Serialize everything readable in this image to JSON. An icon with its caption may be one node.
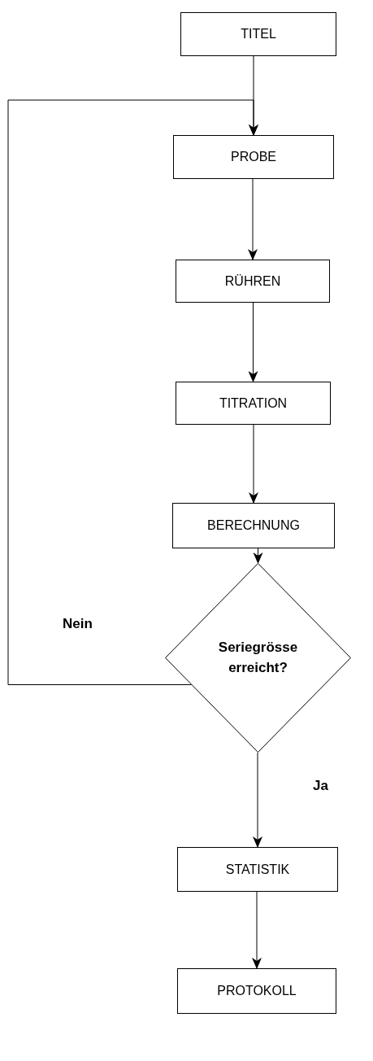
{
  "diagram": {
    "nodes": [
      {
        "text": [
          "TITEL"
        ]
      },
      {
        "text": [
          "PROBE"
        ]
      },
      {
        "text": [
          "RÜHREN"
        ]
      },
      {
        "text": [
          "TITRATION"
        ]
      },
      {
        "text": [
          "BERECHNUNG"
        ]
      },
      {
        "text": [
          "Seriegrösse erreicht?"
        ]
      },
      {
        "text": [
          "STATISTIK"
        ]
      },
      {
        "text": [
          "PROTOKOLL"
        ]
      }
    ],
    "edges": [
      {
        "from": 0,
        "to": 1,
        "arrow": "to"
      },
      {
        "from": 1,
        "to": 2,
        "arrow": "to"
      },
      {
        "from": 2,
        "to": 3,
        "arrow": "to"
      },
      {
        "from": 3,
        "to": 4,
        "arrow": "to"
      },
      {
        "from": 4,
        "to": 5,
        "arrow": "to"
      },
      {
        "from": 5,
        "to": 1,
        "arrow": "to",
        "label": "Nein"
      },
      {
        "from": 5,
        "to": 6,
        "arrow": "to",
        "label": "Ja"
      },
      {
        "from": 6,
        "to": 7,
        "arrow": "to"
      }
    ]
  }
}
